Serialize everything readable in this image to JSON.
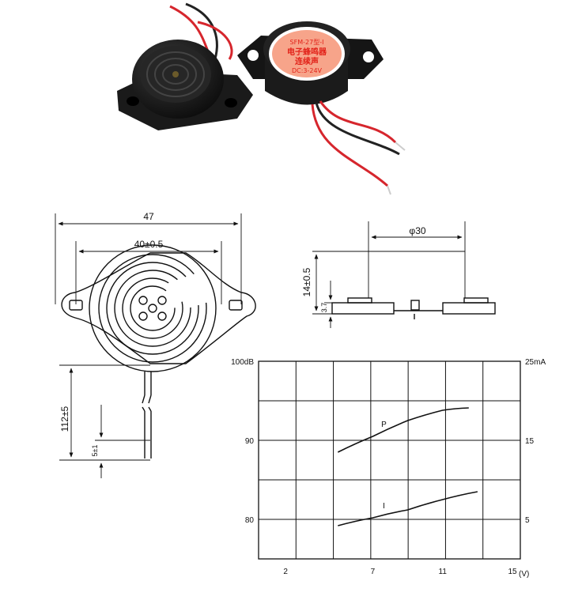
{
  "product_label": {
    "model": "SFM-27型-I",
    "name": "电子蜂鸣器",
    "sound": "连续声",
    "voltage": "DC:3-24V"
  },
  "front_view": {
    "overall_width": "47",
    "hole_spacing": "40±0.5",
    "lead_length": "112±5",
    "lead_strip": "5±1"
  },
  "side_view": {
    "diameter": "φ30",
    "height": "14±0.5",
    "base_height": "3.7"
  },
  "chart_data": {
    "type": "line",
    "x_ticks": [
      "2",
      "7",
      "11",
      "15"
    ],
    "x_unit": "(V)",
    "y_left_ticks": [
      "100dB",
      "90",
      "80"
    ],
    "y_right_ticks": [
      "25mA",
      "15",
      "5"
    ],
    "grid": true,
    "series": [
      {
        "name": "P",
        "axis": "left-dB",
        "x": [
          5,
          7,
          9,
          11,
          12.5
        ],
        "y": [
          88.5,
          90.5,
          92.5,
          93.8,
          94.1
        ]
      },
      {
        "name": "I",
        "axis": "right-mA",
        "x": [
          5,
          7,
          9,
          11,
          13
        ],
        "y": [
          4.2,
          5.2,
          6.2,
          7.5,
          8.5
        ]
      }
    ]
  }
}
